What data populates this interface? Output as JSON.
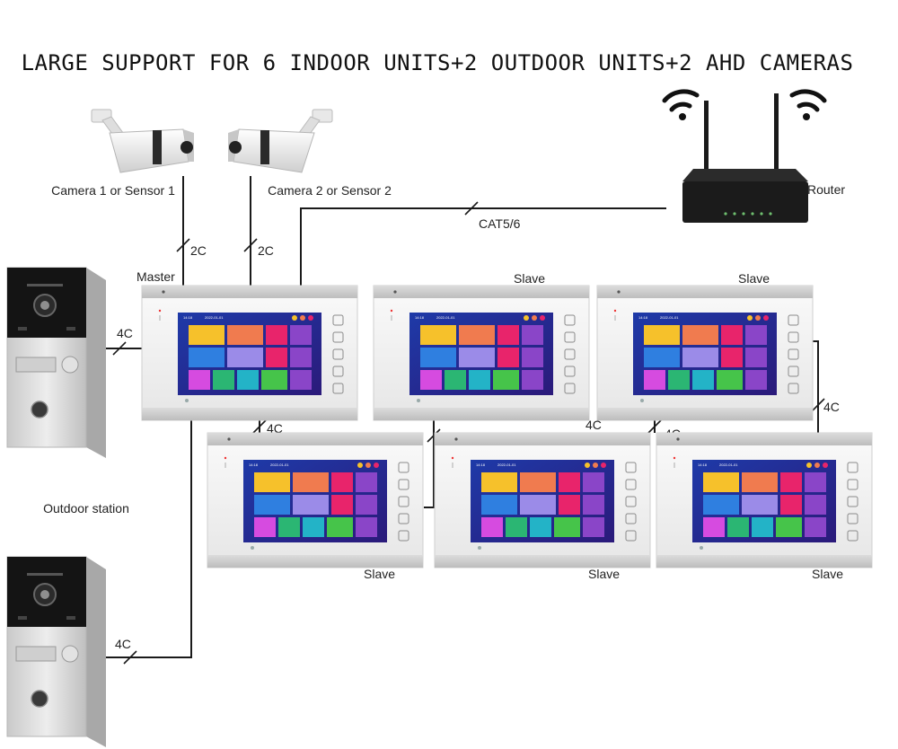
{
  "title": "LARGE SUPPORT FOR 6 INDOOR UNITS+2 OUTDOOR UNITS+2 AHD CAMERAS",
  "labels": {
    "camera1": "Camera 1 or Sensor 1",
    "camera2": "Camera 2 or Sensor 2",
    "router": "Router",
    "outdoor_station": "Outdoor station",
    "master": "Master",
    "slave": "Slave"
  },
  "wire_labels": {
    "cam1": "2C",
    "cam2": "2C",
    "cat": "CAT5/6",
    "outdoor1": "4C",
    "outdoor2": "4C",
    "m_to_s": "4C",
    "s_chain1": "4C",
    "s_chain2": "4C",
    "s_right": "4C"
  },
  "monitor_screen": {
    "time": "14:18",
    "date": "2022-01-01"
  },
  "colors": {
    "tile_yellow": "#f6c12b",
    "tile_orange": "#f07b4f",
    "tile_pink": "#e8246b",
    "tile_purple": "#8a45c8",
    "tile_blue": "#2f7fe0",
    "tile_lavender": "#9b8be8",
    "tile_magenta": "#d64be0",
    "tile_green": "#2bb673",
    "tile_teal": "#23b3c7",
    "tile_lime": "#46c44a",
    "screen_bg": "#1a2a8a"
  }
}
